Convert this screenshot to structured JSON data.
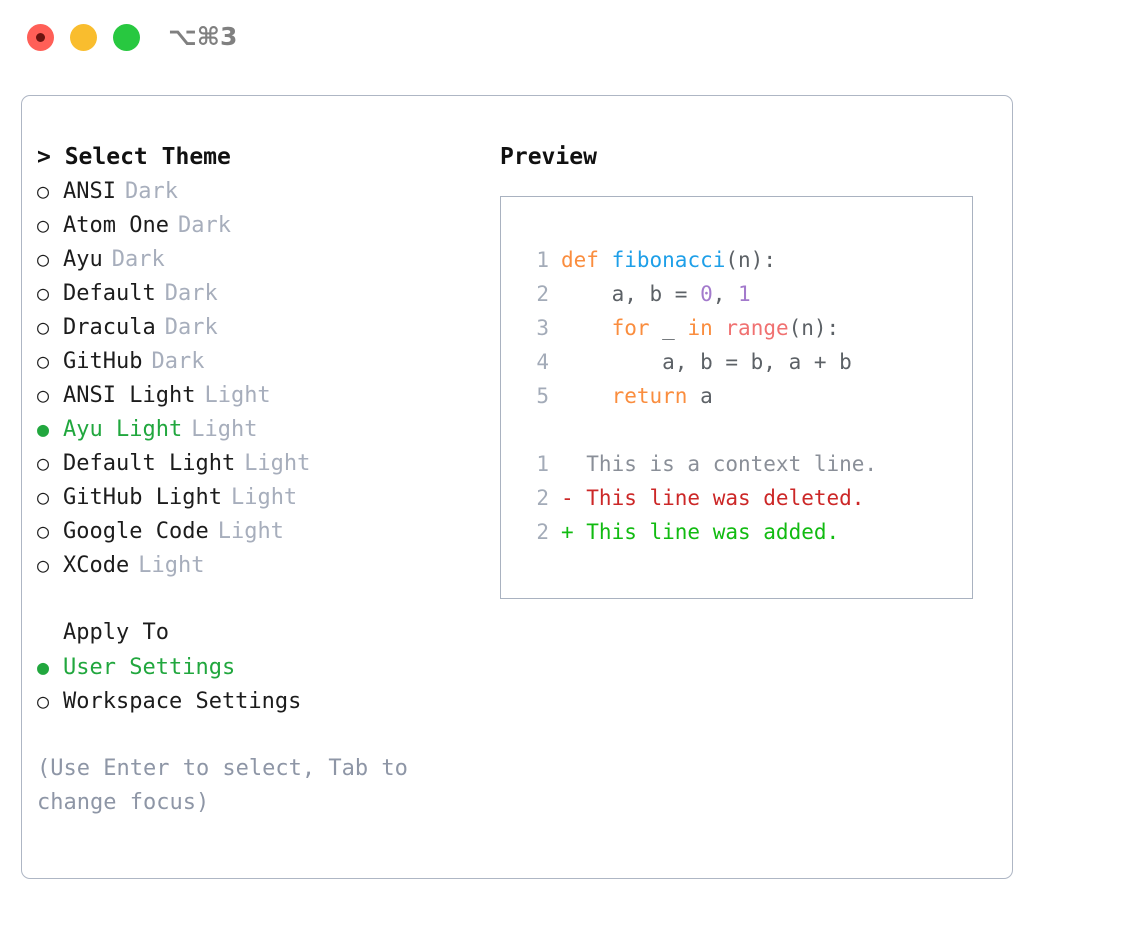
{
  "titlebar": {
    "shortcut": "⌥⌘3",
    "buttons": [
      {
        "name": "close",
        "color": "#ff5f57"
      },
      {
        "name": "minimize",
        "color": "#f9bd2e"
      },
      {
        "name": "maximize",
        "color": "#28c840"
      }
    ]
  },
  "theme_picker": {
    "heading": "> Select Theme",
    "bullet_selected": "●",
    "bullet_unselected": "○",
    "items": [
      {
        "label": "ANSI",
        "variant": "Dark",
        "selected": false
      },
      {
        "label": "Atom One",
        "variant": "Dark",
        "selected": false
      },
      {
        "label": "Ayu",
        "variant": "Dark",
        "selected": false
      },
      {
        "label": "Default",
        "variant": "Dark",
        "selected": false
      },
      {
        "label": "Dracula",
        "variant": "Dark",
        "selected": false
      },
      {
        "label": "GitHub",
        "variant": "Dark",
        "selected": false
      },
      {
        "label": "ANSI Light",
        "variant": "Light",
        "selected": false
      },
      {
        "label": "Ayu Light",
        "variant": "Light",
        "selected": true
      },
      {
        "label": "Default Light",
        "variant": "Light",
        "selected": false
      },
      {
        "label": "GitHub Light",
        "variant": "Light",
        "selected": false
      },
      {
        "label": "Google Code",
        "variant": "Light",
        "selected": false
      },
      {
        "label": "XCode",
        "variant": "Light",
        "selected": false
      }
    ]
  },
  "apply_to": {
    "heading": "Apply To",
    "items": [
      {
        "label": "User Settings",
        "selected": true
      },
      {
        "label": "Workspace Settings",
        "selected": false
      }
    ]
  },
  "hint": "(Use Enter to select, Tab to change focus)",
  "preview": {
    "heading": "Preview",
    "code_lines": [
      {
        "no": "1",
        "tokens": [
          {
            "t": "def",
            "c": "kw"
          },
          {
            "t": " ",
            "c": "pl"
          },
          {
            "t": "fibonacci",
            "c": "fn"
          },
          {
            "t": "(n):",
            "c": "pl"
          }
        ]
      },
      {
        "no": "2",
        "tokens": [
          {
            "t": "    a, b = ",
            "c": "pl"
          },
          {
            "t": "0",
            "c": "num"
          },
          {
            "t": ", ",
            "c": "pl"
          },
          {
            "t": "1",
            "c": "num"
          }
        ]
      },
      {
        "no": "3",
        "tokens": [
          {
            "t": "    ",
            "c": "pl"
          },
          {
            "t": "for",
            "c": "kw"
          },
          {
            "t": " _ ",
            "c": "pl"
          },
          {
            "t": "in",
            "c": "kw"
          },
          {
            "t": " ",
            "c": "pl"
          },
          {
            "t": "range",
            "c": "bi"
          },
          {
            "t": "(n):",
            "c": "pl"
          }
        ]
      },
      {
        "no": "4",
        "tokens": [
          {
            "t": "        a, b = b, a + b",
            "c": "pl"
          }
        ]
      },
      {
        "no": "5",
        "tokens": [
          {
            "t": "    ",
            "c": "pl"
          },
          {
            "t": "return",
            "c": "kw"
          },
          {
            "t": " a",
            "c": "pl"
          }
        ]
      }
    ],
    "diff_lines": [
      {
        "no": "1",
        "marker": "  ",
        "text": "This is a context line.",
        "kind": "ctx"
      },
      {
        "no": "2",
        "marker": "- ",
        "text": "This line was deleted.",
        "kind": "del"
      },
      {
        "no": "2",
        "marker": "+ ",
        "text": "This line was added.",
        "kind": "add"
      }
    ]
  },
  "colors": {
    "accent_green": "#21a73e",
    "muted": "#a7aebc",
    "keyword": "#fa8d3e",
    "function": "#1e9fe8",
    "number": "#a37acc",
    "builtin": "#f07171",
    "diff_add": "#11bb11",
    "diff_del": "#cc2727",
    "border": "#aeb6c4"
  }
}
